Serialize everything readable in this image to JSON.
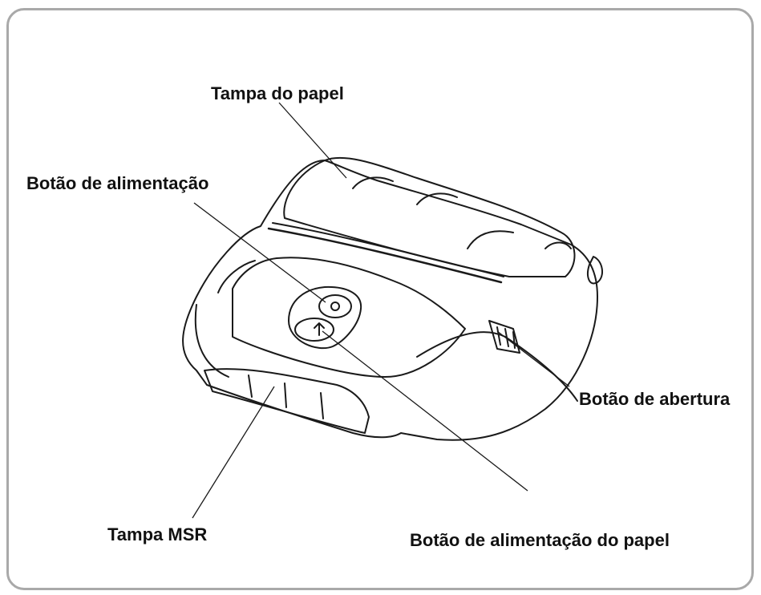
{
  "labels": {
    "paper_cover": "Tampa do papel",
    "power_button": "Botão de alimentação",
    "open_button": "Botão de abertura",
    "msr_cover": "Tampa MSR",
    "paper_feed_button": "Botão de alimentação do papel"
  }
}
